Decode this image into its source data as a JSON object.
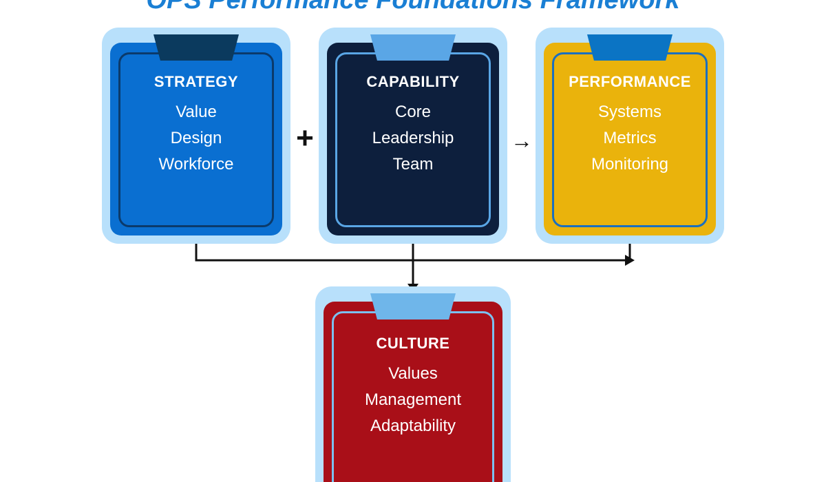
{
  "title": "OPS Performance Foundations Framework",
  "colors": {
    "title": "#1a7fd4",
    "outer_frame": "#b8e0fb",
    "connector": "#111111"
  },
  "symbols": {
    "plus": "+",
    "arrow": "→"
  },
  "cards": [
    {
      "name": "strategy",
      "heading": "STRATEGY",
      "items": [
        "Value",
        "Design",
        "Workforce"
      ],
      "fill": "#0a6fd1",
      "inset_border": "#0b3a6b",
      "tab": "#0b3a5e"
    },
    {
      "name": "capability",
      "heading": "CAPABILITY",
      "items": [
        "Core",
        "Leadership",
        "Team"
      ],
      "fill": "#0d1f3d",
      "inset_border": "#5aa6e6",
      "tab": "#5aa6e6"
    },
    {
      "name": "performance",
      "heading": "PERFORMANCE",
      "items": [
        "Systems",
        "Metrics",
        "Monitoring"
      ],
      "fill": "#eab30c",
      "inset_border": "#1a6fc0",
      "tab": "#0b74c4"
    },
    {
      "name": "culture",
      "heading": "CULTURE",
      "items": [
        "Values",
        "Management",
        "Adaptability"
      ],
      "fill": "#a90f18",
      "inset_border": "#7cc0ef",
      "tab": "#6fb6ea"
    }
  ]
}
